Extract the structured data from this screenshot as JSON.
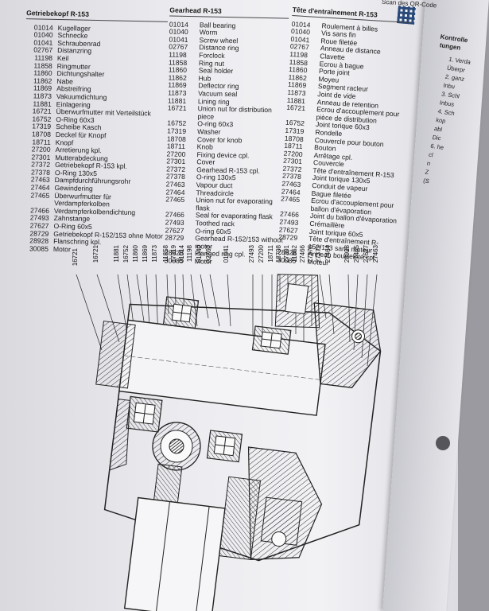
{
  "qr_label": "Scan des QR-Code",
  "german": {
    "title": "Getriebekopf R-153",
    "items": [
      {
        "n": "01014",
        "t": "Kugellager"
      },
      {
        "n": "01040",
        "t": "Schnecke"
      },
      {
        "n": "01041",
        "t": "Schraubenrad"
      },
      {
        "n": "02767",
        "t": "Distanzring"
      },
      {
        "n": "11198",
        "t": "Keil"
      },
      {
        "n": "11858",
        "t": "Ringmutter"
      },
      {
        "n": "11860",
        "t": "Dichtungshalter"
      },
      {
        "n": "11862",
        "t": "Nabe"
      },
      {
        "n": "11869",
        "t": "Abstreifring"
      },
      {
        "n": "11873",
        "t": "Vakuumdichtung"
      },
      {
        "n": "11881",
        "t": "Einlagering"
      },
      {
        "n": "16721",
        "t": "Überwurfmutter mit Verteilstück"
      },
      {
        "n": "16752",
        "t": "O-Ring 60x3"
      },
      {
        "n": "17319",
        "t": "Scheibe Kasch"
      },
      {
        "n": "18708",
        "t": "Deckel für Knopf"
      },
      {
        "n": "18711",
        "t": "Knopf"
      },
      {
        "n": "27200",
        "t": "Arretierung kpl."
      },
      {
        "n": "27301",
        "t": "Mutterabdeckung"
      },
      {
        "n": "27372",
        "t": "Getriebekopf R-153 kpl."
      },
      {
        "n": "27378",
        "t": "O-Ring 130x5"
      },
      {
        "n": "27463",
        "t": "Dampfdurchführungsrohr"
      },
      {
        "n": "27464",
        "t": "Gewindering"
      },
      {
        "n": "27465",
        "t": "Überwurfmutter für Verdampferkolben"
      },
      {
        "n": "27466",
        "t": "Verdampferkolbendichtung"
      },
      {
        "n": "27493",
        "t": "Zahnstange"
      },
      {
        "n": "27627",
        "t": "O-Ring 60x5"
      },
      {
        "n": "28729",
        "t": "Getriebekopf R-152/153 ohne Motor"
      },
      {
        "n": "28928",
        "t": "Flanschring kpl."
      },
      {
        "n": "30085",
        "t": "Motor"
      }
    ]
  },
  "english": {
    "title": "Gearhead R-153",
    "items": [
      {
        "n": "01014",
        "t": "Ball bearing"
      },
      {
        "n": "01040",
        "t": "Worm"
      },
      {
        "n": "01041",
        "t": "Screw wheel"
      },
      {
        "n": "02767",
        "t": "Distance ring"
      },
      {
        "n": "11198",
        "t": "Forclock"
      },
      {
        "n": "11858",
        "t": "Ring nut"
      },
      {
        "n": "11860",
        "t": "Seal holder"
      },
      {
        "n": "11862",
        "t": "Hub"
      },
      {
        "n": "11869",
        "t": "Deflector ring"
      },
      {
        "n": "11873",
        "t": "Vacuum seal"
      },
      {
        "n": "11881",
        "t": "Lining ring"
      },
      {
        "n": "16721",
        "t": "Union nut for distribution piece"
      },
      {
        "n": "16752",
        "t": "O-ring 60x3"
      },
      {
        "n": "17319",
        "t": "Washer"
      },
      {
        "n": "18708",
        "t": "Cover for knob"
      },
      {
        "n": "18711",
        "t": "Knob"
      },
      {
        "n": "27200",
        "t": "Fixing device cpl."
      },
      {
        "n": "27301",
        "t": "Cover"
      },
      {
        "n": "27372",
        "t": "Gearhead R-153 cpl."
      },
      {
        "n": "27378",
        "t": "O-ring 130x5"
      },
      {
        "n": "27463",
        "t": "Vapour duct"
      },
      {
        "n": "27464",
        "t": "Threadcircle"
      },
      {
        "n": "27465",
        "t": "Union nut for evaporating flask"
      },
      {
        "n": "27466",
        "t": "Seal for evaporating flask"
      },
      {
        "n": "27493",
        "t": "Toothed rack"
      },
      {
        "n": "27627",
        "t": "O-ring 60x5"
      },
      {
        "n": "28729",
        "t": "Gearhead R-152/153 without motor"
      },
      {
        "n": "28928",
        "t": "Flanged ring cpl."
      },
      {
        "n": "30085",
        "t": "Motor"
      }
    ]
  },
  "french": {
    "title": "Tête d'entraînement R-153",
    "items": [
      {
        "n": "01014",
        "t": "Roulement à billes"
      },
      {
        "n": "01040",
        "t": "Vis sans fin"
      },
      {
        "n": "01041",
        "t": "Roue filetée"
      },
      {
        "n": "02767",
        "t": "Anneau de distance"
      },
      {
        "n": "11198",
        "t": "Clavette"
      },
      {
        "n": "11858",
        "t": "Ecrou à bague"
      },
      {
        "n": "11860",
        "t": "Porte joint"
      },
      {
        "n": "11862",
        "t": "Moyeu"
      },
      {
        "n": "11869",
        "t": "Segment racleur"
      },
      {
        "n": "11873",
        "t": "Joint de vide"
      },
      {
        "n": "11881",
        "t": "Anneau de retention"
      },
      {
        "n": "16721",
        "t": "Ecrou d'accouplement pour pièce de distribution"
      },
      {
        "n": "16752",
        "t": "Joint torique 60x3"
      },
      {
        "n": "17319",
        "t": "Rondelle"
      },
      {
        "n": "18708",
        "t": "Couvercle pour bouton"
      },
      {
        "n": "18711",
        "t": "Bouton"
      },
      {
        "n": "27200",
        "t": "Arrêtage cpl."
      },
      {
        "n": "27301",
        "t": "Couvercle"
      },
      {
        "n": "27372",
        "t": "Tête d'entraînement R-153"
      },
      {
        "n": "27378",
        "t": "Joint torique 130x5"
      },
      {
        "n": "27463",
        "t": "Conduit de vapeur"
      },
      {
        "n": "27464",
        "t": "Bague filetée"
      },
      {
        "n": "27465",
        "t": "Ecrou d'accouplement pour ballon d'évaporation"
      },
      {
        "n": "27466",
        "t": "Joint du ballon d'évaporation"
      },
      {
        "n": "27493",
        "t": "Crémaillère"
      },
      {
        "n": "27627",
        "t": "Joint torique 60x5"
      },
      {
        "n": "28729",
        "t": "Tête d'entraînement R-152/153 sans moteur"
      },
      {
        "n": "28928",
        "t": "Anneau bourreleté cpl."
      },
      {
        "n": "30085",
        "t": "Moteur"
      }
    ]
  },
  "next_page": {
    "heading": "Kontrolle",
    "heading2": "tungen",
    "lines": [
      "1. Verda",
      "Überpr",
      "2. ganz",
      "Inbu",
      "3. Schl",
      "Inbus",
      "4. Sch",
      "kop",
      "abl",
      "Dic",
      "6. he",
      "cl",
      "n",
      "Z",
      "(S"
    ]
  },
  "callouts_top": [
    "16721",
    "11881",
    "16752",
    "11860",
    "11869",
    "11873",
    "11858",
    "17319",
    "01014",
    "11198",
    "01040",
    "02767",
    "01041",
    "27493",
    "27200",
    "18711",
    "18708",
    "27301",
    "11862",
    "27466",
    "27378",
    "27372",
    "27464",
    "28928",
    "27465",
    "27627",
    "27463"
  ],
  "callouts_left": [
    "16721"
  ]
}
